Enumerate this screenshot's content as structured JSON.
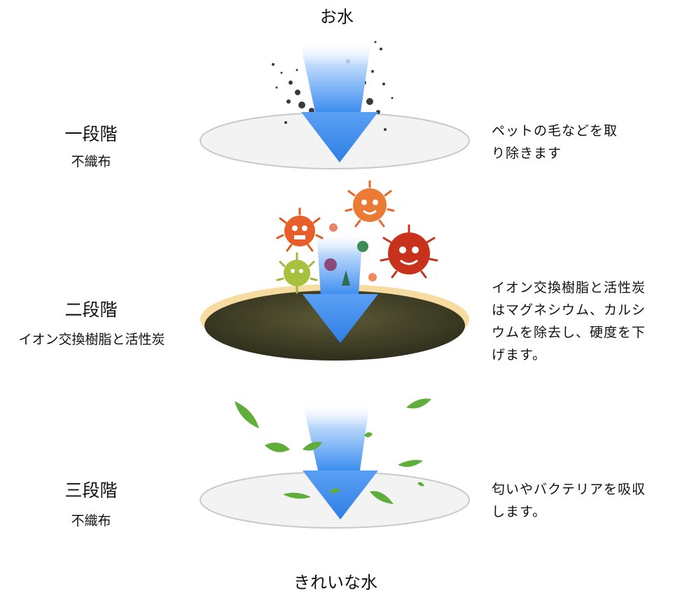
{
  "input_label": "お水",
  "output_label": "きれいな水",
  "stages": [
    {
      "title": "一段階",
      "material": "不織布",
      "description_lines": [
        "ペットの毛などを取",
        "り除きます"
      ],
      "filter_color": "#f3f3f3",
      "debris_type": "particles"
    },
    {
      "title": "二段階",
      "material": "イオン交換樹脂と活性炭",
      "description_lines": [
        "イオン交換樹脂と活性炭",
        "はマグネシウム、カルシ",
        "ウムを除去し、硬度を下",
        "げます。"
      ],
      "filter_color": "#4b4a2c",
      "debris_type": "germs"
    },
    {
      "title": "三段階",
      "material": "不織布",
      "description_lines": [
        "匂いやバクテリアを吸収",
        "します。"
      ],
      "filter_color": "#f3f3f3",
      "debris_type": "leaves"
    }
  ],
  "colors": {
    "arrow_blue": "#3d8ef0",
    "arrow_light": "#e6f1fd",
    "leaf_green": "#5fae3c",
    "germ_orange": "#e56a2a",
    "germ_red": "#c8321c",
    "germ_green": "#9bb93a"
  }
}
